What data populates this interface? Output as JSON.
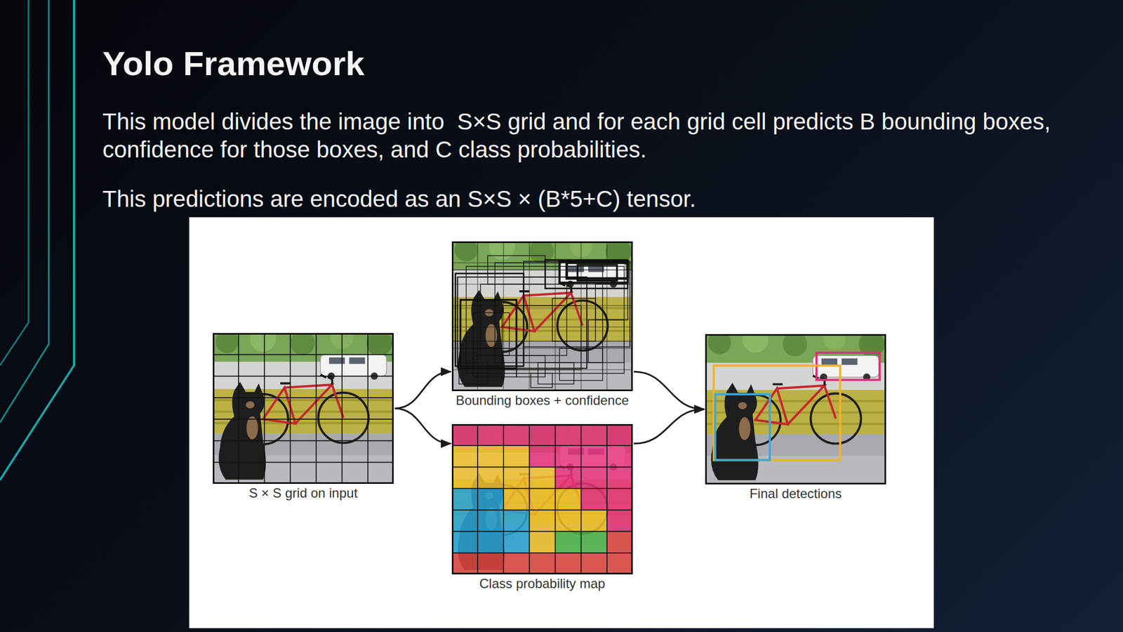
{
  "diagram": {
    "title": "Yolo Framework",
    "nodes": [
      {
        "text": [
          "S × S grid on input"
        ]
      },
      {
        "text": [
          "Bounding boxes + confidence"
        ]
      },
      {
        "text": [
          "Class probability map"
        ]
      },
      {
        "text": [
          "Final detections"
        ]
      }
    ],
    "edges": [
      {
        "from": 0,
        "to": 1,
        "arrow": "to"
      },
      {
        "from": 0,
        "to": 2,
        "arrow": "to"
      },
      {
        "from": 1,
        "to": 3,
        "arrow": "to"
      },
      {
        "from": 2,
        "to": 3,
        "arrow": "to"
      }
    ],
    "labels": [
      "This model divides the image into  S×S grid and for each grid cell predicts B bounding boxes, confidence for those boxes, and C class probabilities.",
      "This predictions are encoded as an S×S × (B*5+C) tensor."
    ]
  }
}
